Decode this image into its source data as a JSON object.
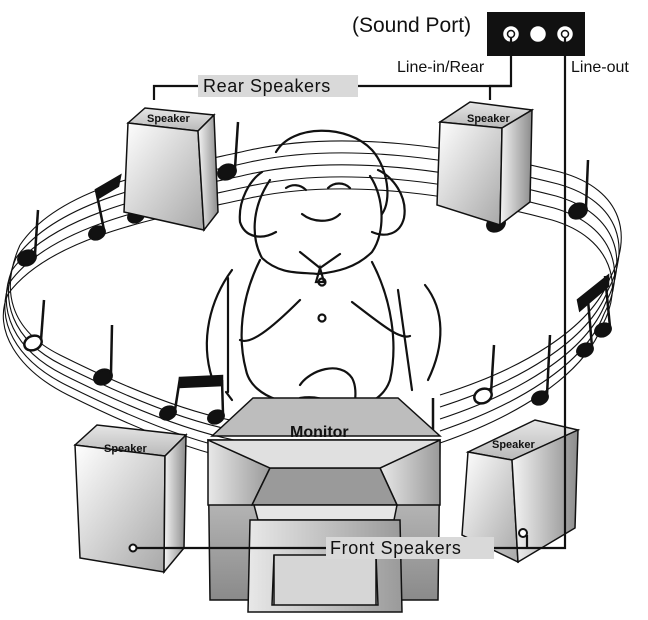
{
  "sound_port": {
    "label": "(Sound Port)",
    "line_in_label": "Line-in/Rear",
    "line_out_label": "Line-out"
  },
  "rear_speakers_label": "Rear Speakers",
  "front_speakers_label": "Front Speakers",
  "monitor_label": "Monitor",
  "speaker_label": "Speaker",
  "colors": {
    "stroke": "#111111",
    "label_bg": "#d9d9d9"
  }
}
